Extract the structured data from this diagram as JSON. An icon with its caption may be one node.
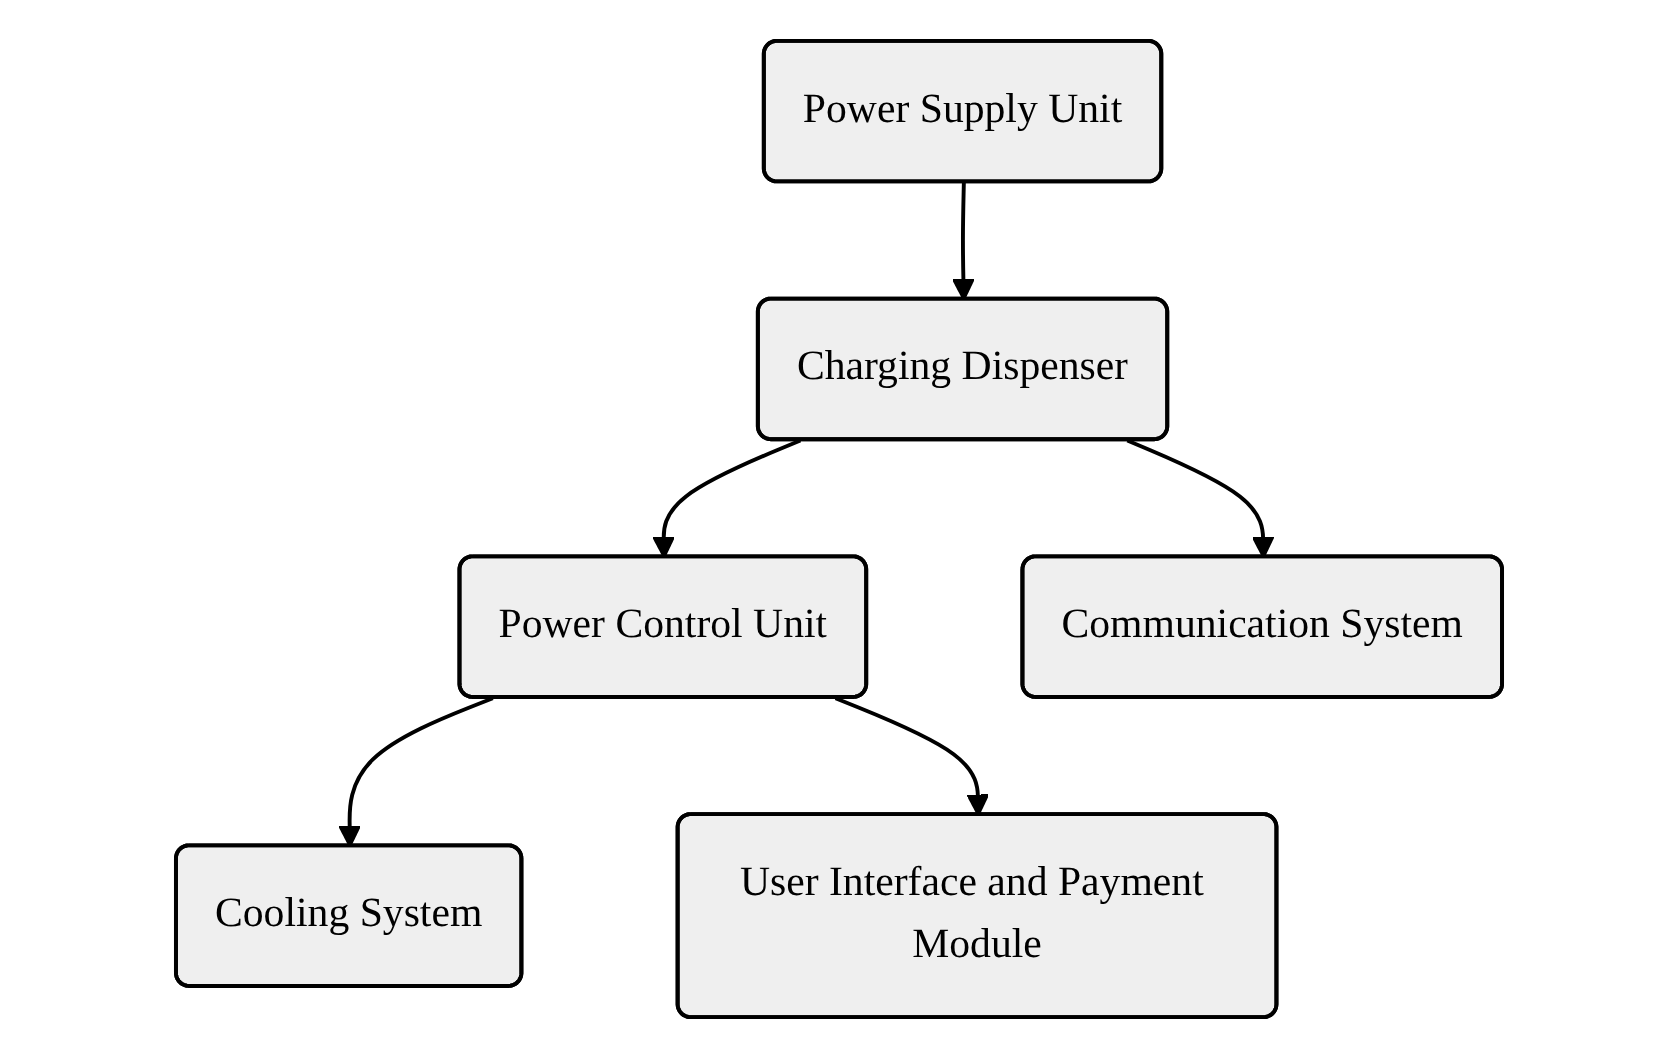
{
  "diagram": {
    "nodes": [
      {
        "text": [
          "Power Supply Unit"
        ]
      },
      {
        "text": [
          "Charging Dispenser"
        ]
      },
      {
        "text": [
          "Power Control Unit"
        ]
      },
      {
        "text": [
          "Cooling System"
        ]
      },
      {
        "text": [
          "Communication System"
        ]
      },
      {
        "text": [
          "User Interface and Payment Module"
        ]
      }
    ],
    "edges": [
      {
        "from": 0,
        "to": 1,
        "arrow": "to"
      },
      {
        "from": 1,
        "to": 2,
        "arrow": "to"
      },
      {
        "from": 2,
        "to": 3,
        "arrow": "to"
      },
      {
        "from": 1,
        "to": 4,
        "arrow": "to"
      },
      {
        "from": 2,
        "to": 5,
        "arrow": "to"
      }
    ]
  }
}
